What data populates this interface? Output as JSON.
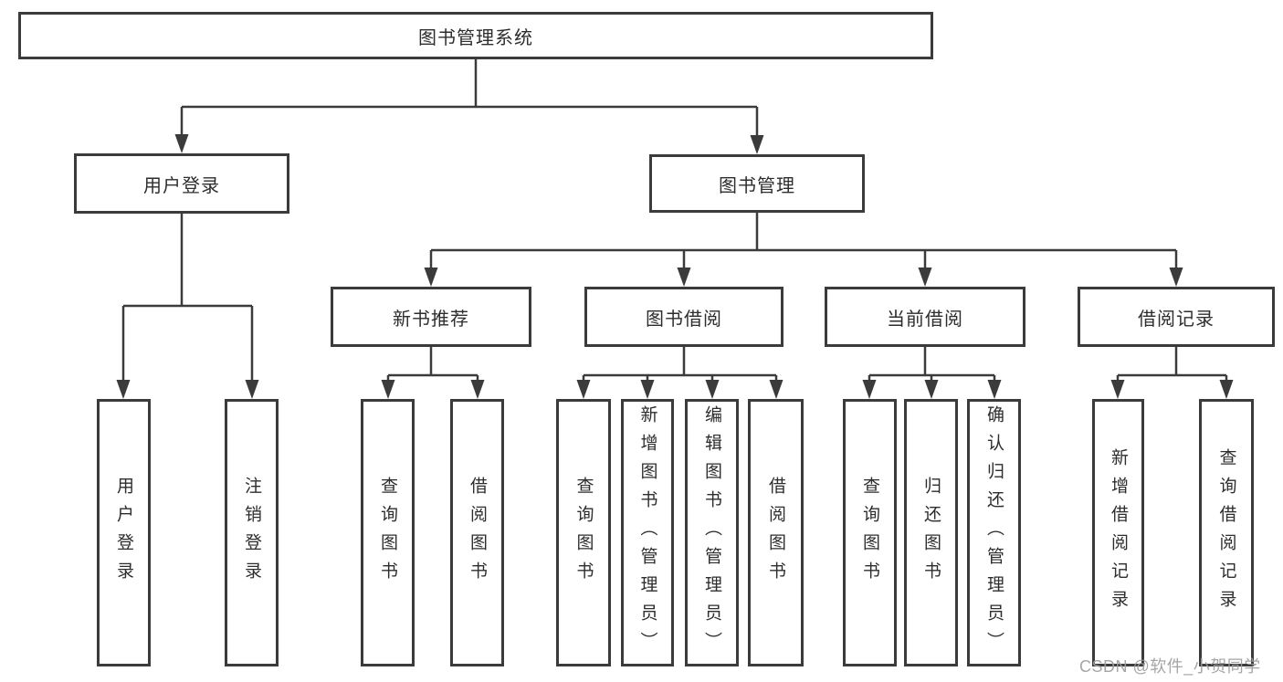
{
  "colors": {
    "background": "#ffffff",
    "line": "#3b3b3b",
    "box_border": "#3b3b3b",
    "box_fill": "#ffffff",
    "label_text": "#2d2d2d",
    "watermark_text": "#9e9e9e"
  },
  "watermark": {
    "text": "CSDN @软件_小贺同学"
  },
  "tree": {
    "label": "图书管理系统",
    "children": [
      {
        "label": "用户登录",
        "children": [
          {
            "label": "用户登录"
          },
          {
            "label": "注销登录"
          }
        ]
      },
      {
        "label": "图书管理",
        "children": [
          {
            "label": "新书推荐",
            "children": [
              {
                "label": "查询图书"
              },
              {
                "label": "借阅图书"
              }
            ]
          },
          {
            "label": "图书借阅",
            "children": [
              {
                "label": "查询图书"
              },
              {
                "label": "新增图书（管理员）"
              },
              {
                "label": "编辑图书（管理员）"
              },
              {
                "label": "借阅图书"
              }
            ]
          },
          {
            "label": "当前借阅",
            "children": [
              {
                "label": "查询图书"
              },
              {
                "label": "归还图书"
              },
              {
                "label": "确认归还（管理员）"
              }
            ]
          },
          {
            "label": "借阅记录",
            "children": [
              {
                "label": "新增借阅记录"
              },
              {
                "label": "查询借阅记录"
              }
            ]
          }
        ]
      }
    ]
  }
}
